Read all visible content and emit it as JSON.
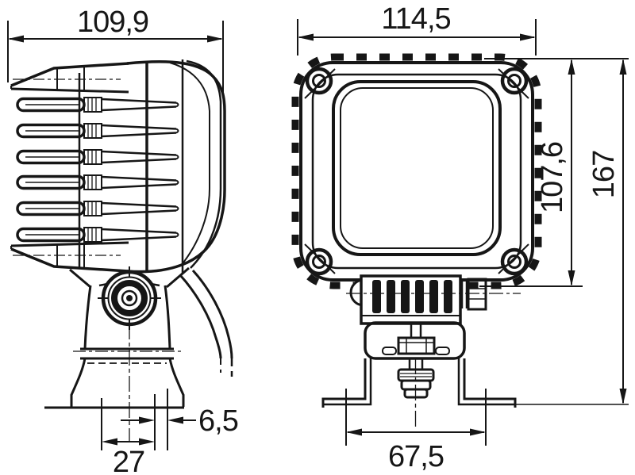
{
  "drawing": {
    "type": "technical-dimension-drawing",
    "background": "#ffffff",
    "line_color": "#161616",
    "views": {
      "side": {
        "name": "side view (work lamp with cooling fins, pedestal mount, cable)"
      },
      "front": {
        "name": "front view (square lamp, lens, corner screws, mounting bracket)"
      }
    },
    "dimensions": {
      "side_width": "109,9",
      "front_width": "114,5",
      "housing_height": "107,6",
      "overall_height": "167",
      "base_slot_width": "6,5",
      "base_slot_offset": "27",
      "bracket_width": "67,5"
    }
  }
}
